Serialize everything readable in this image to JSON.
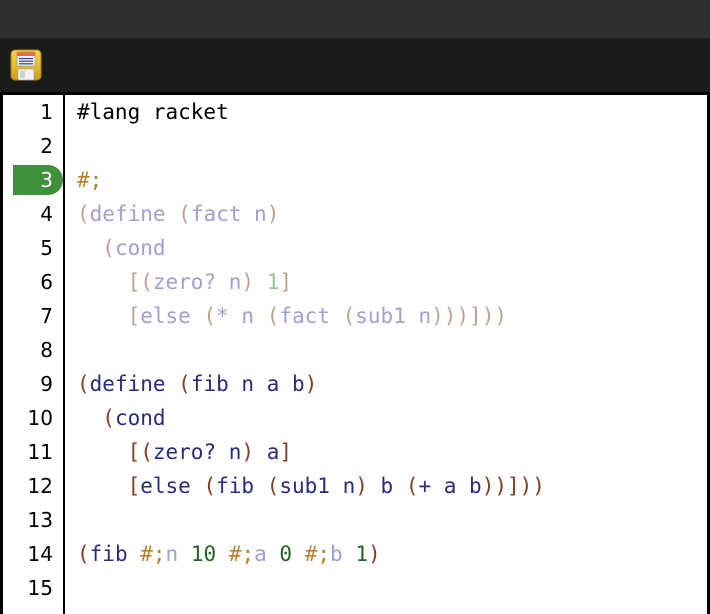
{
  "window": {
    "titlebar_color": "#2e2e2e",
    "toolbar_color": "#1b1b1b"
  },
  "toolbar": {
    "save_button_label": "Save",
    "save_icon": "floppy-disk-icon"
  },
  "colors": {
    "gutter_marker": "#3f8f3b",
    "active_paren": "#843c24",
    "active_ident": "#282c7a",
    "active_number": "#226622",
    "comment_paren": "#c0a090",
    "comment_ident": "#a0a0d0",
    "comment_number": "#93c693",
    "hash_semi": "#b8802e",
    "plain_text": "#000000"
  },
  "editor": {
    "language": "racket",
    "marked_line": 3,
    "line_numbers": [
      1,
      2,
      3,
      4,
      5,
      6,
      7,
      8,
      9,
      10,
      11,
      12,
      13,
      14,
      15
    ],
    "lines": [
      {
        "number": 1,
        "text": "#lang racket",
        "tokens": [
          {
            "t": "#lang racket",
            "c": "t-plain"
          }
        ]
      },
      {
        "number": 2,
        "text": "",
        "tokens": []
      },
      {
        "number": 3,
        "text": "#;",
        "marked": true,
        "tokens": [
          {
            "t": "#;",
            "c": "t-hash"
          }
        ]
      },
      {
        "number": 4,
        "text": "(define (fact n)",
        "tokens": [
          {
            "t": "(",
            "c": "t-comment-paren"
          },
          {
            "t": "define",
            "c": "t-comment-ident"
          },
          {
            "t": " ",
            "c": "t-comment-ident"
          },
          {
            "t": "(",
            "c": "t-comment-paren"
          },
          {
            "t": "fact n",
            "c": "t-comment-ident"
          },
          {
            "t": ")",
            "c": "t-comment-paren"
          }
        ]
      },
      {
        "number": 5,
        "text": "  (cond",
        "tokens": [
          {
            "t": "  ",
            "c": "t-comment-ident"
          },
          {
            "t": "(",
            "c": "t-comment-paren"
          },
          {
            "t": "cond",
            "c": "t-comment-ident"
          }
        ]
      },
      {
        "number": 6,
        "text": "    [(zero? n) 1]",
        "tokens": [
          {
            "t": "    ",
            "c": "t-comment-ident"
          },
          {
            "t": "[(",
            "c": "t-comment-paren"
          },
          {
            "t": "zero? n",
            "c": "t-comment-ident"
          },
          {
            "t": ")",
            "c": "t-comment-paren"
          },
          {
            "t": " ",
            "c": "t-comment-ident"
          },
          {
            "t": "1",
            "c": "t-comment-num"
          },
          {
            "t": "]",
            "c": "t-comment-paren"
          }
        ]
      },
      {
        "number": 7,
        "text": "    [else (* n (fact (sub1 n)))]))",
        "tokens": [
          {
            "t": "    ",
            "c": "t-comment-ident"
          },
          {
            "t": "[",
            "c": "t-comment-paren"
          },
          {
            "t": "else",
            "c": "t-comment-ident"
          },
          {
            "t": " ",
            "c": "t-comment-ident"
          },
          {
            "t": "(",
            "c": "t-comment-paren"
          },
          {
            "t": "* n",
            "c": "t-comment-ident"
          },
          {
            "t": " ",
            "c": "t-comment-ident"
          },
          {
            "t": "(",
            "c": "t-comment-paren"
          },
          {
            "t": "fact",
            "c": "t-comment-ident"
          },
          {
            "t": " ",
            "c": "t-comment-ident"
          },
          {
            "t": "(",
            "c": "t-comment-paren"
          },
          {
            "t": "sub1 n",
            "c": "t-comment-ident"
          },
          {
            "t": ")))]))",
            "c": "t-comment-paren"
          }
        ]
      },
      {
        "number": 8,
        "text": "",
        "tokens": []
      },
      {
        "number": 9,
        "text": "(define (fib n a b)",
        "tokens": [
          {
            "t": "(",
            "c": "t-paren"
          },
          {
            "t": "define",
            "c": "t-ident"
          },
          {
            "t": " ",
            "c": "t-ident"
          },
          {
            "t": "(",
            "c": "t-paren"
          },
          {
            "t": "fib n a b",
            "c": "t-ident"
          },
          {
            "t": ")",
            "c": "t-paren"
          }
        ]
      },
      {
        "number": 10,
        "text": "  (cond",
        "tokens": [
          {
            "t": "  ",
            "c": "t-ident"
          },
          {
            "t": "(",
            "c": "t-paren"
          },
          {
            "t": "cond",
            "c": "t-ident"
          }
        ]
      },
      {
        "number": 11,
        "text": "    [(zero? n) a]",
        "tokens": [
          {
            "t": "    ",
            "c": "t-ident"
          },
          {
            "t": "[(",
            "c": "t-paren"
          },
          {
            "t": "zero? n",
            "c": "t-ident"
          },
          {
            "t": ")",
            "c": "t-paren"
          },
          {
            "t": " a",
            "c": "t-ident"
          },
          {
            "t": "]",
            "c": "t-paren"
          }
        ]
      },
      {
        "number": 12,
        "text": "    [else (fib (sub1 n) b (+ a b))]))",
        "tokens": [
          {
            "t": "    ",
            "c": "t-ident"
          },
          {
            "t": "[",
            "c": "t-paren"
          },
          {
            "t": "else",
            "c": "t-ident"
          },
          {
            "t": " ",
            "c": "t-ident"
          },
          {
            "t": "(",
            "c": "t-paren"
          },
          {
            "t": "fib",
            "c": "t-ident"
          },
          {
            "t": " ",
            "c": "t-ident"
          },
          {
            "t": "(",
            "c": "t-paren"
          },
          {
            "t": "sub1 n",
            "c": "t-ident"
          },
          {
            "t": ")",
            "c": "t-paren"
          },
          {
            "t": " b ",
            "c": "t-ident"
          },
          {
            "t": "(",
            "c": "t-paren"
          },
          {
            "t": "+ a b",
            "c": "t-ident"
          },
          {
            "t": "))]))",
            "c": "t-paren"
          }
        ]
      },
      {
        "number": 13,
        "text": "",
        "tokens": []
      },
      {
        "number": 14,
        "text": "(fib #;n 10 #;a 0 #;b 1)",
        "tokens": [
          {
            "t": "(",
            "c": "t-paren"
          },
          {
            "t": "fib",
            "c": "t-ident"
          },
          {
            "t": " ",
            "c": "t-ident"
          },
          {
            "t": "#;",
            "c": "t-hash"
          },
          {
            "t": "n",
            "c": "t-comment-ident"
          },
          {
            "t": " ",
            "c": "t-ident"
          },
          {
            "t": "10",
            "c": "t-num"
          },
          {
            "t": " ",
            "c": "t-ident"
          },
          {
            "t": "#;",
            "c": "t-hash"
          },
          {
            "t": "a",
            "c": "t-comment-ident"
          },
          {
            "t": " ",
            "c": "t-ident"
          },
          {
            "t": "0",
            "c": "t-num"
          },
          {
            "t": " ",
            "c": "t-ident"
          },
          {
            "t": "#;",
            "c": "t-hash"
          },
          {
            "t": "b",
            "c": "t-comment-ident"
          },
          {
            "t": " ",
            "c": "t-ident"
          },
          {
            "t": "1",
            "c": "t-num"
          },
          {
            "t": ")",
            "c": "t-paren"
          }
        ]
      },
      {
        "number": 15,
        "text": "",
        "tokens": []
      }
    ]
  }
}
